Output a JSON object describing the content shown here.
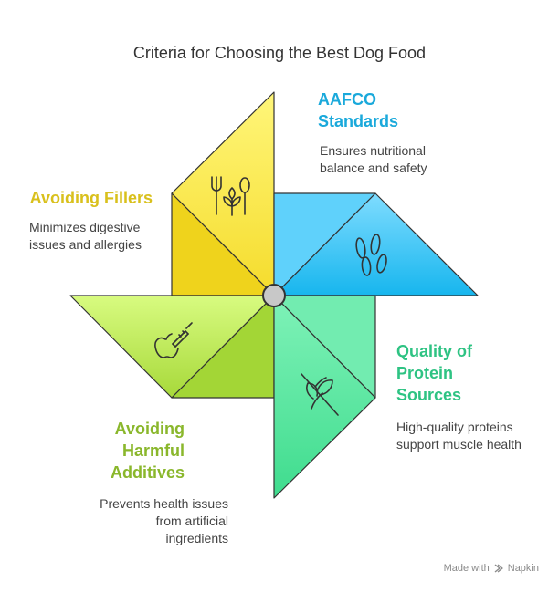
{
  "title": "Criteria for Choosing the Best Dog Food",
  "items": [
    {
      "heading": "AAFCO Standards",
      "description": "Ensures nutritional balance and safety",
      "color": "#1aa9db",
      "icon": "wheat-grains-icon"
    },
    {
      "heading": "Avoiding Fillers",
      "description": "Minimizes digestive issues and allergies",
      "color": "#d9c01c",
      "icon": "fork-knife-plant-icon"
    },
    {
      "heading": "Avoiding Harmful Additives",
      "description": "Prevents health issues from artificial ingredients",
      "color": "#8ab72c",
      "icon": "apple-syringe-icon"
    },
    {
      "heading": "Quality of Protein Sources",
      "description": "High-quality proteins support muscle health",
      "color": "#2ec383",
      "icon": "no-plant-icon"
    }
  ],
  "watermark": {
    "prefix": "Made with",
    "brand": "Napkin"
  }
}
